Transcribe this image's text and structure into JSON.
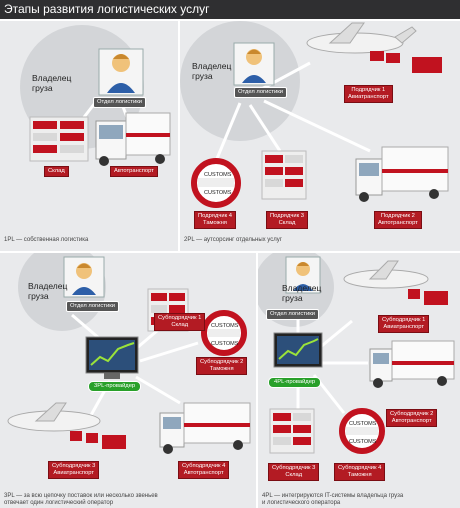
{
  "header": {
    "title": "Этапы развития логистических услуг"
  },
  "panels": {
    "p1": {
      "owner": "Владелец\nгруза",
      "dept": "Отдел логистики",
      "warehouse": "Склад",
      "truck": "Автотранспорт",
      "footer": "1PL — собственная логистика"
    },
    "p2": {
      "owner": "Владелец\nгруза",
      "dept": "Отдел логистики",
      "air": "Подрядчик 1\nАвиатранспорт",
      "customs_tag": "Подрядчик 4\nТаможня",
      "wh": "Подрядчик 3\nСклад",
      "truck": "Подрядчик 2\nАвтотранспорт",
      "footer": "2PL — аутсорсинг отдельных услуг"
    },
    "p3": {
      "owner": "Владелец\nгруза",
      "dept": "Отдел логистики",
      "provider": "3PL-провайдер",
      "wh": "Субподрядчик 1\nСклад",
      "customs_tag": "Субподрядчик 2\nТаможня",
      "air": "Субподрядчик 3\nАвиатранспорт",
      "truck": "Субподрядчик 4\nАвтотранспорт",
      "footer": "3PL — за всю цепочку поставок или несколько звеньев\nотвечает один логистический оператор"
    },
    "p4": {
      "owner": "Владелец\nгруза",
      "dept": "Отдел логистики",
      "provider": "4PL-провайдер",
      "air": "Субподрядчик 1\nАвиатранспорт",
      "truck": "Субподрядчик 2\nАвтотранспорт",
      "wh": "Субподрядчик 3\nСклад",
      "customs_tag": "Субподрядчик 4\nТаможня",
      "footer": "4PL — интегрируются IT-системы владельца груза\nи логистического оператора"
    }
  },
  "customs_sign": {
    "line1": "CUSTOMS",
    "line2": "CUSTOMS"
  },
  "colors": {
    "red": "#b31b23",
    "green": "#28a02a",
    "panel": "#e9eaec",
    "header": "#2f2f31"
  }
}
